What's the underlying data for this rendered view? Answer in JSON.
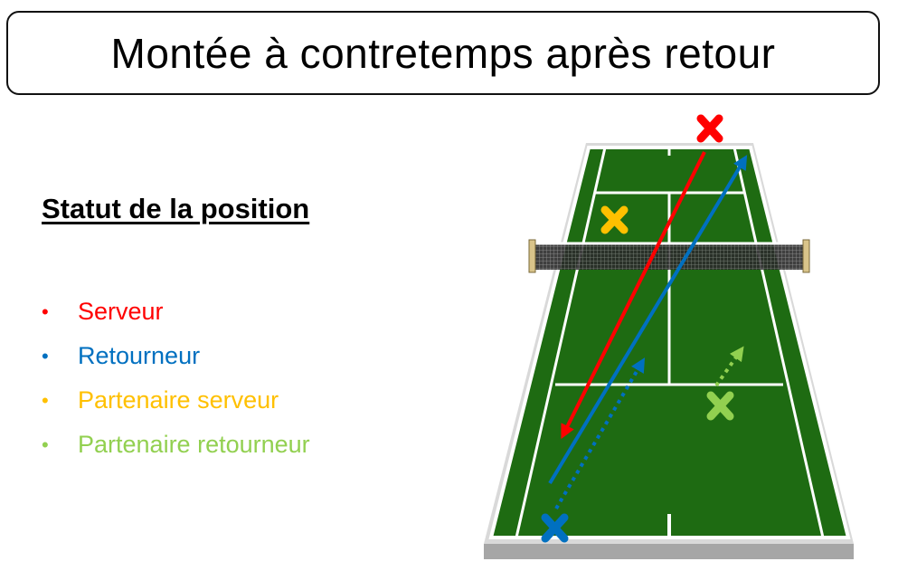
{
  "title": "Montée à contretemps après retour",
  "legend": {
    "heading": "Statut de la position",
    "items": [
      {
        "label": "Serveur",
        "color": "#ff0000"
      },
      {
        "label": "Retourneur",
        "color": "#0070c0"
      },
      {
        "label": "Partenaire serveur",
        "color": "#ffc000"
      },
      {
        "label": "Partenaire retourneur",
        "color": "#92d050"
      }
    ]
  },
  "court": {
    "surface_color": "#1e6b12",
    "surround_color": "#d9d9d9",
    "line_color": "#ffffff"
  }
}
